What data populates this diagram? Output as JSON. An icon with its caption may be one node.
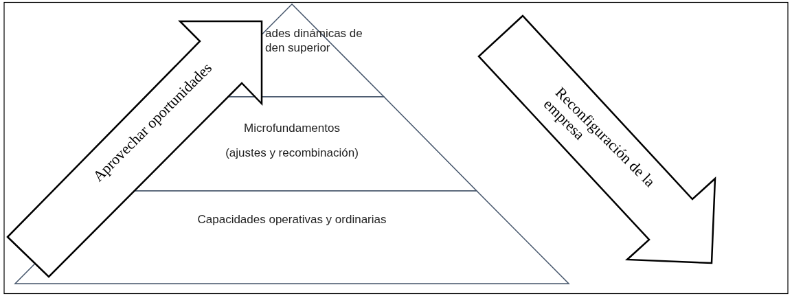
{
  "diagram": {
    "nodes": [
      {
        "text": [
          "ades dinámicas de den superior"
        ]
      },
      {
        "text": [
          "Microfundamentos",
          "(ajustes y recombinación)"
        ]
      },
      {
        "text": [
          "Capacidades operativas y ordinarias"
        ]
      },
      {
        "text": [
          "Aprovechar oportunidades"
        ]
      },
      {
        "text": [
          "Reconfiguración de la empresa"
        ]
      }
    ],
    "edges": []
  }
}
